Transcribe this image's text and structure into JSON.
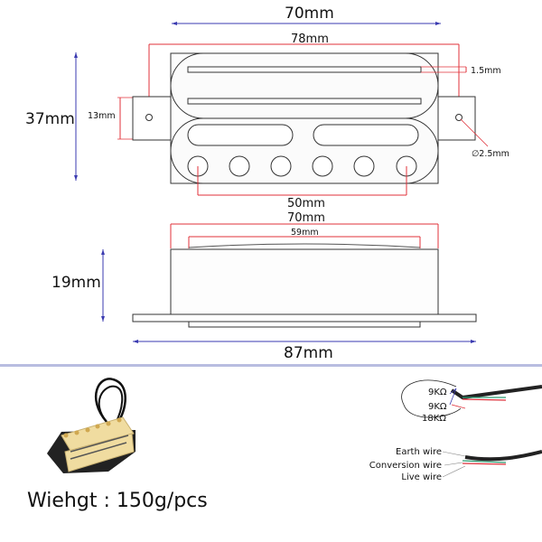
{
  "top_view": {
    "width_outer": "70mm",
    "width_tabs": "78mm",
    "height": "37mm",
    "tab_height": "13mm",
    "slot_width": "1.5mm",
    "hole_diameter": "∅2.5mm",
    "pole_spacing": "50mm"
  },
  "side_view": {
    "width_body": "70mm",
    "width_top": "59mm",
    "height": "19mm",
    "width_total": "87mm"
  },
  "resistance": {
    "labels": [
      "9KΩ",
      "9KΩ",
      "18KΩ"
    ]
  },
  "wires": {
    "labels": [
      "Earth wire",
      "Conversion wire",
      "Live wire"
    ]
  },
  "weight_text": "Wiehgt : 150g/pcs",
  "colors": {
    "dimension_blue": "#3a3ab0",
    "dimension_red": "#e0303a",
    "outline": "#333333",
    "separator": "#b8bde0",
    "pickup_cream": "#f0dca0"
  }
}
